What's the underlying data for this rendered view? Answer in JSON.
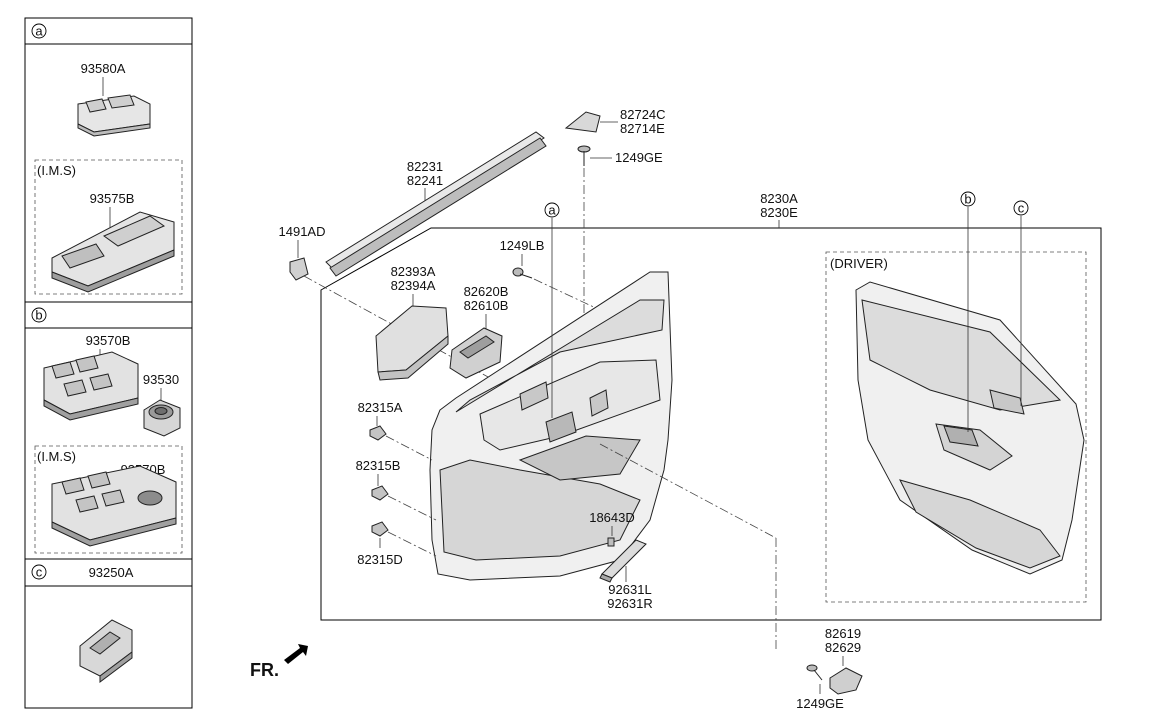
{
  "sidebar": {
    "a": {
      "marker": "a",
      "part": "93580A",
      "ims_title": "(I.M.S)",
      "ims_part": "93575B"
    },
    "b": {
      "marker": "b",
      "part1": "93570B",
      "part2": "93530",
      "ims_title": "(I.M.S)",
      "ims_part": "93570B"
    },
    "c": {
      "marker": "c",
      "part": "93250A"
    }
  },
  "main": {
    "trim_panel": [
      "8230A",
      "8230E"
    ],
    "driver_label": "(DRIVER)",
    "weatherstrip": [
      "82231",
      "82241"
    ],
    "cap": [
      "82724C",
      "82714E"
    ],
    "screw_top": "1249GE",
    "clip_1491": "1491AD",
    "screw_1249lb": "1249LB",
    "pad": [
      "82393A",
      "82394A"
    ],
    "handle": [
      "82620B",
      "82610B"
    ],
    "clip_a": "82315A",
    "clip_b": "82315B",
    "clip_d": "82315D",
    "bulb": "18643D",
    "lamp": [
      "92631L",
      "92631R"
    ],
    "cover": [
      "82619",
      "82629"
    ],
    "screw_bottom": "1249GE",
    "marker_a": "a",
    "marker_b": "b",
    "marker_c": "c",
    "fr": "FR."
  }
}
